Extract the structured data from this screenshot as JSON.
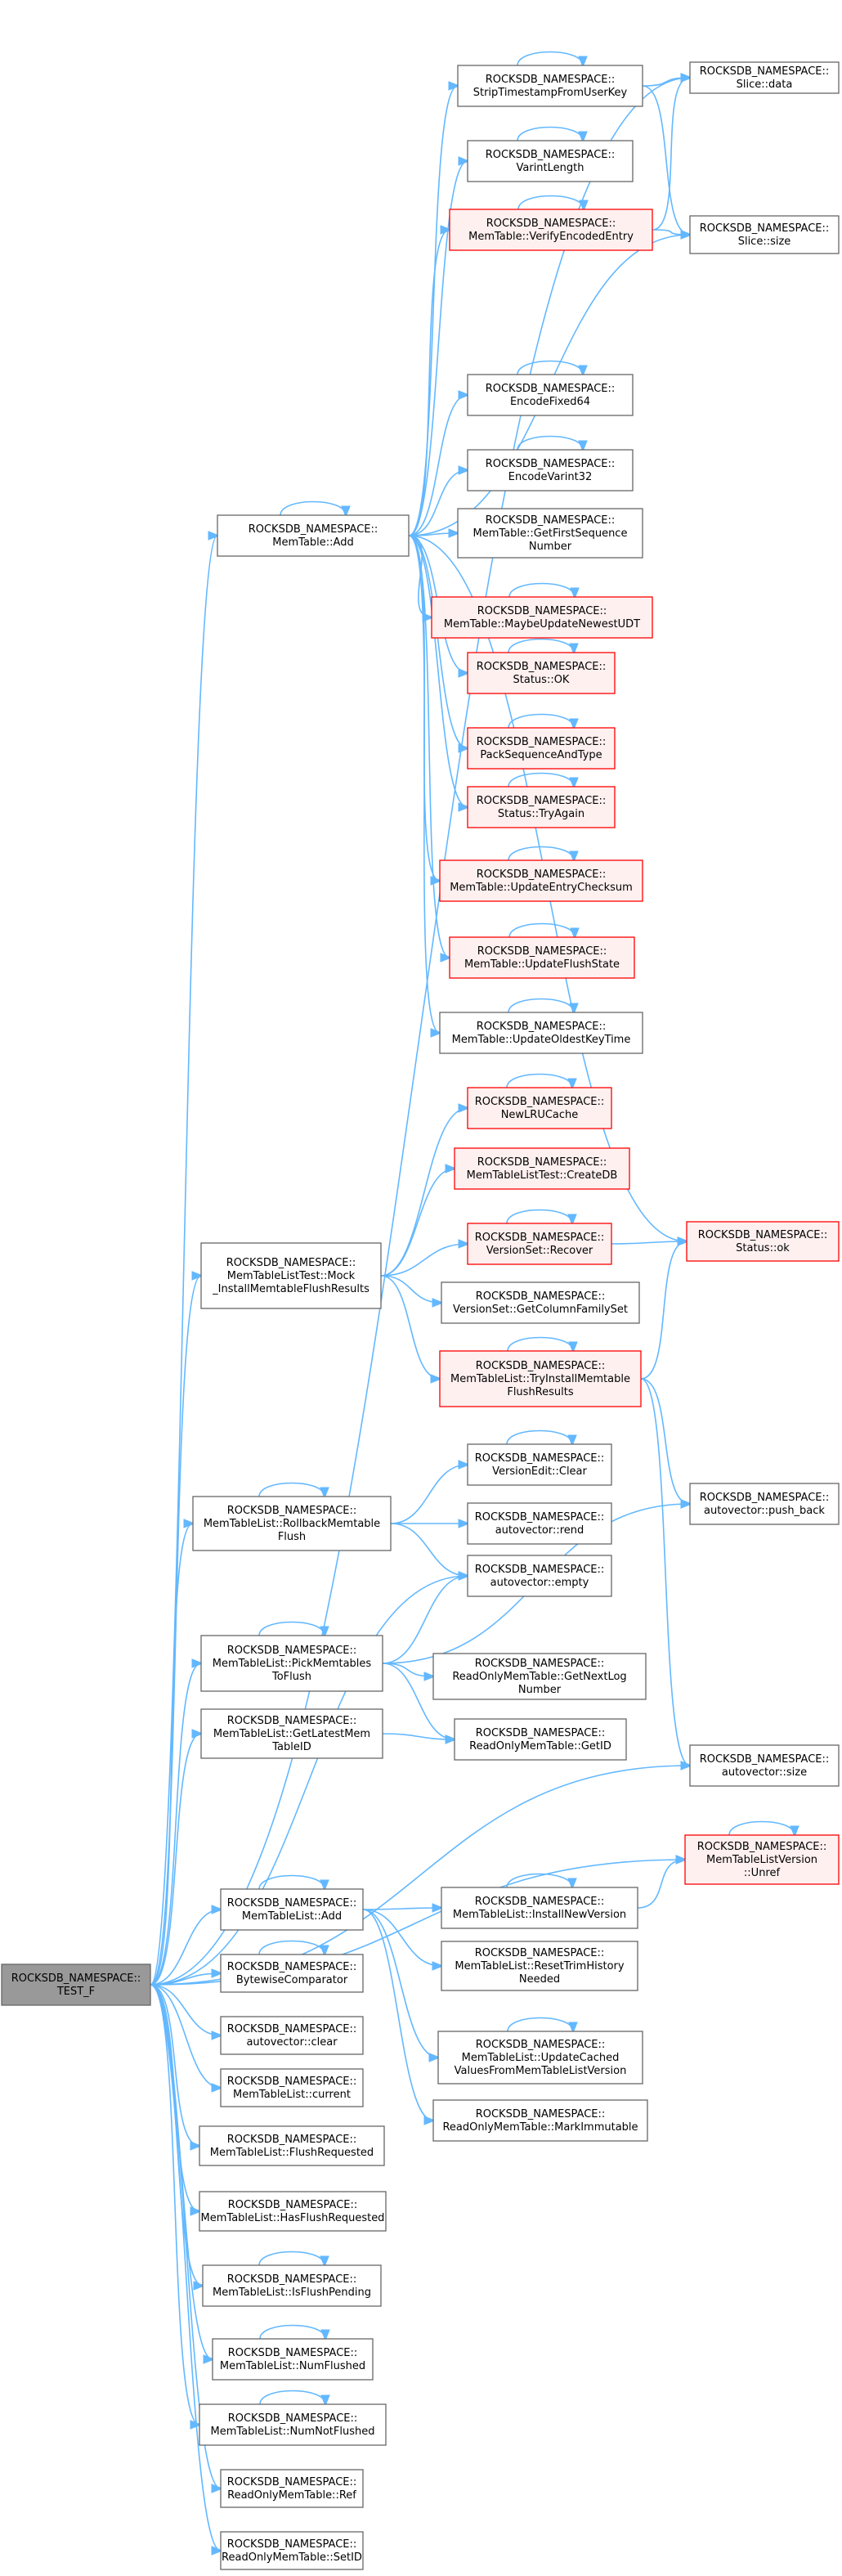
{
  "colors": {
    "edge": "#63b8ff",
    "node_fill": "#ffffff",
    "node_border": "#666666",
    "highlight_fill": "#fff0f0",
    "highlight_border": "#ff0000",
    "root_fill": "#999999",
    "root_border": "#666666"
  },
  "nodes": [
    {
      "id": "root",
      "lines": [
        "ROCKSDB_NAMESPACE::",
        "TEST_F"
      ],
      "style": "root"
    },
    {
      "id": "add_mt",
      "lines": [
        "ROCKSDB_NAMESPACE::",
        "MemTable::Add"
      ],
      "style": "normal"
    },
    {
      "id": "strip",
      "lines": [
        "ROCKSDB_NAMESPACE::",
        "StripTimestampFromUserKey"
      ],
      "style": "normal"
    },
    {
      "id": "varint",
      "lines": [
        "ROCKSDB_NAMESPACE::",
        "VarintLength"
      ],
      "style": "normal"
    },
    {
      "id": "verify",
      "lines": [
        "ROCKSDB_NAMESPACE::",
        "MemTable::VerifyEncodedEntry"
      ],
      "style": "highlight"
    },
    {
      "id": "slice_data",
      "lines": [
        "ROCKSDB_NAMESPACE::",
        "Slice::data"
      ],
      "style": "normal"
    },
    {
      "id": "slice_size",
      "lines": [
        "ROCKSDB_NAMESPACE::",
        "Slice::size"
      ],
      "style": "normal"
    },
    {
      "id": "enc64",
      "lines": [
        "ROCKSDB_NAMESPACE::",
        "EncodeFixed64"
      ],
      "style": "normal"
    },
    {
      "id": "encv32",
      "lines": [
        "ROCKSDB_NAMESPACE::",
        "EncodeVarint32"
      ],
      "style": "normal"
    },
    {
      "id": "getfirst",
      "lines": [
        "ROCKSDB_NAMESPACE::",
        "MemTable::GetFirstSequence",
        "Number"
      ],
      "style": "normal"
    },
    {
      "id": "maybe",
      "lines": [
        "ROCKSDB_NAMESPACE::",
        "MemTable::MaybeUpdateNewestUDT"
      ],
      "style": "highlight"
    },
    {
      "id": "status_ok",
      "lines": [
        "ROCKSDB_NAMESPACE::",
        "Status::OK"
      ],
      "style": "highlight"
    },
    {
      "id": "pack",
      "lines": [
        "ROCKSDB_NAMESPACE::",
        "PackSequenceAndType"
      ],
      "style": "highlight"
    },
    {
      "id": "tryagain",
      "lines": [
        "ROCKSDB_NAMESPACE::",
        "Status::TryAgain"
      ],
      "style": "highlight"
    },
    {
      "id": "upd_chk",
      "lines": [
        "ROCKSDB_NAMESPACE::",
        "MemTable::UpdateEntryChecksum"
      ],
      "style": "highlight"
    },
    {
      "id": "upd_flush",
      "lines": [
        "ROCKSDB_NAMESPACE::",
        "MemTable::UpdateFlushState"
      ],
      "style": "highlight"
    },
    {
      "id": "upd_oldest",
      "lines": [
        "ROCKSDB_NAMESPACE::",
        "MemTable::UpdateOldestKeyTime"
      ],
      "style": "normal"
    },
    {
      "id": "mock",
      "lines": [
        "ROCKSDB_NAMESPACE::",
        "MemTableListTest::Mock",
        "_InstallMemtableFlushResults"
      ],
      "style": "normal"
    },
    {
      "id": "newlru",
      "lines": [
        "ROCKSDB_NAMESPACE::",
        "NewLRUCache"
      ],
      "style": "highlight"
    },
    {
      "id": "createdb",
      "lines": [
        "ROCKSDB_NAMESPACE::",
        "MemTableListTest::CreateDB"
      ],
      "style": "highlight"
    },
    {
      "id": "recover",
      "lines": [
        "ROCKSDB_NAMESPACE::",
        "VersionSet::Recover"
      ],
      "style": "highlight"
    },
    {
      "id": "getcf",
      "lines": [
        "ROCKSDB_NAMESPACE::",
        "VersionSet::GetColumnFamilySet"
      ],
      "style": "normal"
    },
    {
      "id": "tryinstall",
      "lines": [
        "ROCKSDB_NAMESPACE::",
        "MemTableList::TryInstallMemtable",
        "FlushResults"
      ],
      "style": "highlight"
    },
    {
      "id": "status_ok2",
      "lines": [
        "ROCKSDB_NAMESPACE::",
        "Status::ok"
      ],
      "style": "highlight"
    },
    {
      "id": "rollback",
      "lines": [
        "ROCKSDB_NAMESPACE::",
        "MemTableList::RollbackMemtable",
        "Flush"
      ],
      "style": "normal"
    },
    {
      "id": "ve_clear",
      "lines": [
        "ROCKSDB_NAMESPACE::",
        "VersionEdit::Clear"
      ],
      "style": "normal"
    },
    {
      "id": "rend",
      "lines": [
        "ROCKSDB_NAMESPACE::",
        "autovector::rend"
      ],
      "style": "normal"
    },
    {
      "id": "empty",
      "lines": [
        "ROCKSDB_NAMESPACE::",
        "autovector::empty"
      ],
      "style": "normal"
    },
    {
      "id": "push_back",
      "lines": [
        "ROCKSDB_NAMESPACE::",
        "autovector::push_back"
      ],
      "style": "normal"
    },
    {
      "id": "pick",
      "lines": [
        "ROCKSDB_NAMESPACE::",
        "MemTableList::PickMemtables",
        "ToFlush"
      ],
      "style": "normal"
    },
    {
      "id": "getnextlog",
      "lines": [
        "ROCKSDB_NAMESPACE::",
        "ReadOnlyMemTable::GetNextLog",
        "Number"
      ],
      "style": "normal"
    },
    {
      "id": "getlatest",
      "lines": [
        "ROCKSDB_NAMESPACE::",
        "MemTableList::GetLatestMem",
        "TableID"
      ],
      "style": "normal"
    },
    {
      "id": "getid",
      "lines": [
        "ROCKSDB_NAMESPACE::",
        "ReadOnlyMemTable::GetID"
      ],
      "style": "normal"
    },
    {
      "id": "av_size",
      "lines": [
        "ROCKSDB_NAMESPACE::",
        "autovector::size"
      ],
      "style": "normal"
    },
    {
      "id": "unref",
      "lines": [
        "ROCKSDB_NAMESPACE::",
        "MemTableListVersion",
        "::Unref"
      ],
      "style": "highlight"
    },
    {
      "id": "mtl_add",
      "lines": [
        "ROCKSDB_NAMESPACE::",
        "MemTableList::Add"
      ],
      "style": "normal"
    },
    {
      "id": "installnew",
      "lines": [
        "ROCKSDB_NAMESPACE::",
        "MemTableList::InstallNewVersion"
      ],
      "style": "normal"
    },
    {
      "id": "resettrim",
      "lines": [
        "ROCKSDB_NAMESPACE::",
        "MemTableList::ResetTrimHistory",
        "Needed"
      ],
      "style": "normal"
    },
    {
      "id": "updcached",
      "lines": [
        "ROCKSDB_NAMESPACE::",
        "MemTableList::UpdateCached",
        "ValuesFromMemTableListVersion"
      ],
      "style": "normal"
    },
    {
      "id": "markimm",
      "lines": [
        "ROCKSDB_NAMESPACE::",
        "ReadOnlyMemTable::MarkImmutable"
      ],
      "style": "normal"
    },
    {
      "id": "bytewise",
      "lines": [
        "ROCKSDB_NAMESPACE::",
        "BytewiseComparator"
      ],
      "style": "normal"
    },
    {
      "id": "av_clear",
      "lines": [
        "ROCKSDB_NAMESPACE::",
        "autovector::clear"
      ],
      "style": "normal"
    },
    {
      "id": "current",
      "lines": [
        "ROCKSDB_NAMESPACE::",
        "MemTableList::current"
      ],
      "style": "normal"
    },
    {
      "id": "flushreq",
      "lines": [
        "ROCKSDB_NAMESPACE::",
        "MemTableList::FlushRequested"
      ],
      "style": "normal"
    },
    {
      "id": "hasflush",
      "lines": [
        "ROCKSDB_NAMESPACE::",
        "MemTableList::HasFlushRequested"
      ],
      "style": "normal"
    },
    {
      "id": "isflush",
      "lines": [
        "ROCKSDB_NAMESPACE::",
        "MemTableList::IsFlushPending"
      ],
      "style": "normal"
    },
    {
      "id": "numflushed",
      "lines": [
        "ROCKSDB_NAMESPACE::",
        "MemTableList::NumFlushed"
      ],
      "style": "normal"
    },
    {
      "id": "numnot",
      "lines": [
        "ROCKSDB_NAMESPACE::",
        "MemTableList::NumNotFlushed"
      ],
      "style": "normal"
    },
    {
      "id": "ref",
      "lines": [
        "ROCKSDB_NAMESPACE::",
        "ReadOnlyMemTable::Ref"
      ],
      "style": "normal"
    },
    {
      "id": "setid",
      "lines": [
        "ROCKSDB_NAMESPACE::",
        "ReadOnlyMemTable::SetID"
      ],
      "style": "normal"
    }
  ],
  "edges": [
    [
      "root",
      "add_mt"
    ],
    [
      "root",
      "slice_data"
    ],
    [
      "root",
      "mock"
    ],
    [
      "root",
      "rollback"
    ],
    [
      "root",
      "empty"
    ],
    [
      "root",
      "pick"
    ],
    [
      "root",
      "getlatest"
    ],
    [
      "root",
      "av_size"
    ],
    [
      "root",
      "unref"
    ],
    [
      "root",
      "mtl_add"
    ],
    [
      "root",
      "bytewise"
    ],
    [
      "root",
      "av_clear"
    ],
    [
      "root",
      "current"
    ],
    [
      "root",
      "flushreq"
    ],
    [
      "root",
      "hasflush"
    ],
    [
      "root",
      "isflush"
    ],
    [
      "root",
      "numflushed"
    ],
    [
      "root",
      "numnot"
    ],
    [
      "root",
      "ref"
    ],
    [
      "root",
      "setid"
    ],
    [
      "add_mt",
      "strip"
    ],
    [
      "add_mt",
      "varint"
    ],
    [
      "add_mt",
      "verify"
    ],
    [
      "add_mt",
      "slice_size"
    ],
    [
      "add_mt",
      "status_ok2"
    ],
    [
      "add_mt",
      "enc64"
    ],
    [
      "add_mt",
      "encv32"
    ],
    [
      "add_mt",
      "getfirst"
    ],
    [
      "add_mt",
      "maybe"
    ],
    [
      "add_mt",
      "status_ok"
    ],
    [
      "add_mt",
      "pack"
    ],
    [
      "add_mt",
      "tryagain"
    ],
    [
      "add_mt",
      "upd_chk"
    ],
    [
      "add_mt",
      "upd_flush"
    ],
    [
      "add_mt",
      "upd_oldest"
    ],
    [
      "strip",
      "slice_data"
    ],
    [
      "strip",
      "slice_size"
    ],
    [
      "verify",
      "slice_data"
    ],
    [
      "verify",
      "slice_size"
    ],
    [
      "mock",
      "newlru"
    ],
    [
      "mock",
      "createdb"
    ],
    [
      "mock",
      "recover"
    ],
    [
      "mock",
      "getcf"
    ],
    [
      "mock",
      "tryinstall"
    ],
    [
      "recover",
      "status_ok2"
    ],
    [
      "tryinstall",
      "status_ok2"
    ],
    [
      "tryinstall",
      "push_back"
    ],
    [
      "tryinstall",
      "av_size"
    ],
    [
      "rollback",
      "ve_clear"
    ],
    [
      "rollback",
      "rend"
    ],
    [
      "rollback",
      "empty"
    ],
    [
      "pick",
      "empty"
    ],
    [
      "pick",
      "push_back"
    ],
    [
      "pick",
      "getnextlog"
    ],
    [
      "pick",
      "getid"
    ],
    [
      "getlatest",
      "getid"
    ],
    [
      "mtl_add",
      "installnew"
    ],
    [
      "mtl_add",
      "resettrim"
    ],
    [
      "mtl_add",
      "updcached"
    ],
    [
      "mtl_add",
      "markimm"
    ],
    [
      "installnew",
      "unref"
    ]
  ],
  "self_loops": [
    "add_mt",
    "strip",
    "varint",
    "verify",
    "enc64",
    "encv32",
    "maybe",
    "status_ok",
    "pack",
    "tryagain",
    "upd_chk",
    "upd_flush",
    "upd_oldest",
    "newlru",
    "recover",
    "tryinstall",
    "rollback",
    "ve_clear",
    "pick",
    "unref",
    "mtl_add",
    "installnew",
    "updcached",
    "bytewise",
    "isflush",
    "numflushed",
    "numnot"
  ]
}
